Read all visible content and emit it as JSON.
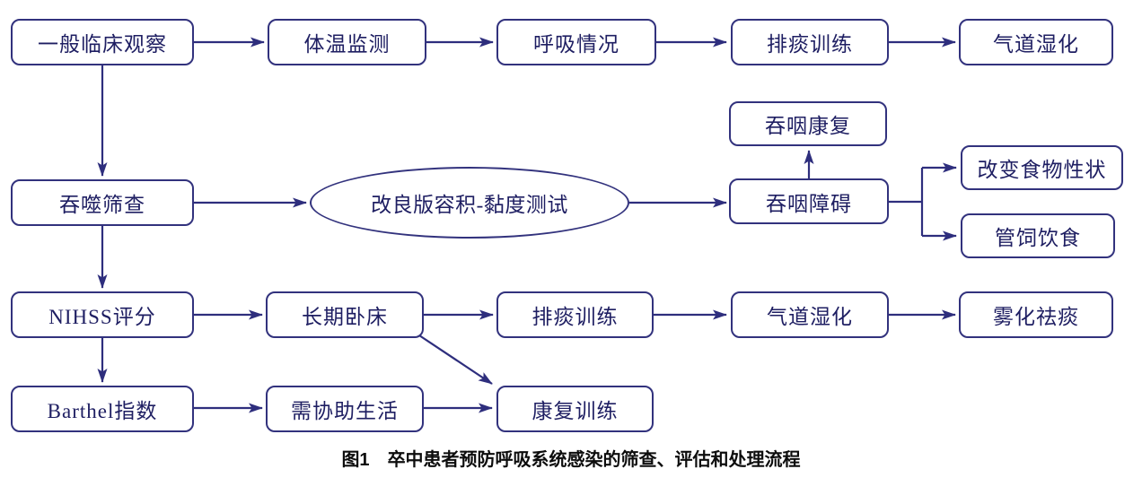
{
  "diagram": {
    "caption": {
      "label": "图1",
      "title": "卒中患者预防呼吸系统感染的筛查、评估和处理流程"
    },
    "colors": {
      "line": "#2e2e7d",
      "box_border": "#32327d",
      "box_text": "#1e1e62",
      "caption_text": "#0d0d0d",
      "background": "#ffffff"
    },
    "nodes": [
      {
        "id": "general-clinical-observation",
        "label": "一般临床观察",
        "shape": "rect"
      },
      {
        "id": "temperature-monitoring",
        "label": "体温监测",
        "shape": "rect"
      },
      {
        "id": "breathing-status",
        "label": "呼吸情况",
        "shape": "rect"
      },
      {
        "id": "sputum-training-top",
        "label": "排痰训练",
        "shape": "rect"
      },
      {
        "id": "airway-humidification-top",
        "label": "气道湿化",
        "shape": "rect"
      },
      {
        "id": "swallowing-rehabilitation",
        "label": "吞咽康复",
        "shape": "rect"
      },
      {
        "id": "modify-food-texture",
        "label": "改变食物性状",
        "shape": "rect"
      },
      {
        "id": "swallowing-screening",
        "label": "吞噬筛查",
        "shape": "rect"
      },
      {
        "id": "modified-volume-viscosity-test",
        "label": "改良版容积-黏度测试",
        "shape": "ellipse"
      },
      {
        "id": "dysphagia",
        "label": "吞咽障碍",
        "shape": "rect"
      },
      {
        "id": "tube-feeding",
        "label": "管饲饮食",
        "shape": "rect"
      },
      {
        "id": "nihss-score",
        "label": "NIHSS评分",
        "shape": "rect"
      },
      {
        "id": "long-term-bedridden",
        "label": "长期卧床",
        "shape": "rect"
      },
      {
        "id": "sputum-training-mid",
        "label": "排痰训练",
        "shape": "rect"
      },
      {
        "id": "airway-humidification-mid",
        "label": "气道湿化",
        "shape": "rect"
      },
      {
        "id": "nebulized-expectorant",
        "label": "雾化祛痰",
        "shape": "rect"
      },
      {
        "id": "barthel-index",
        "label": "Barthel指数",
        "shape": "rect"
      },
      {
        "id": "assisted-living-needed",
        "label": "需协助生活",
        "shape": "rect"
      },
      {
        "id": "rehabilitation-training",
        "label": "康复训练",
        "shape": "rect"
      }
    ],
    "edges": [
      {
        "from": "general-clinical-observation",
        "to": "temperature-monitoring"
      },
      {
        "from": "temperature-monitoring",
        "to": "breathing-status"
      },
      {
        "from": "breathing-status",
        "to": "sputum-training-top"
      },
      {
        "from": "sputum-training-top",
        "to": "airway-humidification-top"
      },
      {
        "from": "general-clinical-observation",
        "to": "swallowing-screening"
      },
      {
        "from": "swallowing-screening",
        "to": "modified-volume-viscosity-test"
      },
      {
        "from": "modified-volume-viscosity-test",
        "to": "dysphagia"
      },
      {
        "from": "dysphagia",
        "to": "swallowing-rehabilitation"
      },
      {
        "from": "dysphagia",
        "to": "modify-food-texture"
      },
      {
        "from": "dysphagia",
        "to": "tube-feeding"
      },
      {
        "from": "swallowing-screening",
        "to": "nihss-score"
      },
      {
        "from": "nihss-score",
        "to": "long-term-bedridden"
      },
      {
        "from": "long-term-bedridden",
        "to": "sputum-training-mid"
      },
      {
        "from": "sputum-training-mid",
        "to": "airway-humidification-mid"
      },
      {
        "from": "airway-humidification-mid",
        "to": "nebulized-expectorant"
      },
      {
        "from": "nihss-score",
        "to": "barthel-index"
      },
      {
        "from": "barthel-index",
        "to": "assisted-living-needed"
      },
      {
        "from": "assisted-living-needed",
        "to": "rehabilitation-training"
      },
      {
        "from": "long-term-bedridden",
        "to": "rehabilitation-training"
      }
    ]
  }
}
